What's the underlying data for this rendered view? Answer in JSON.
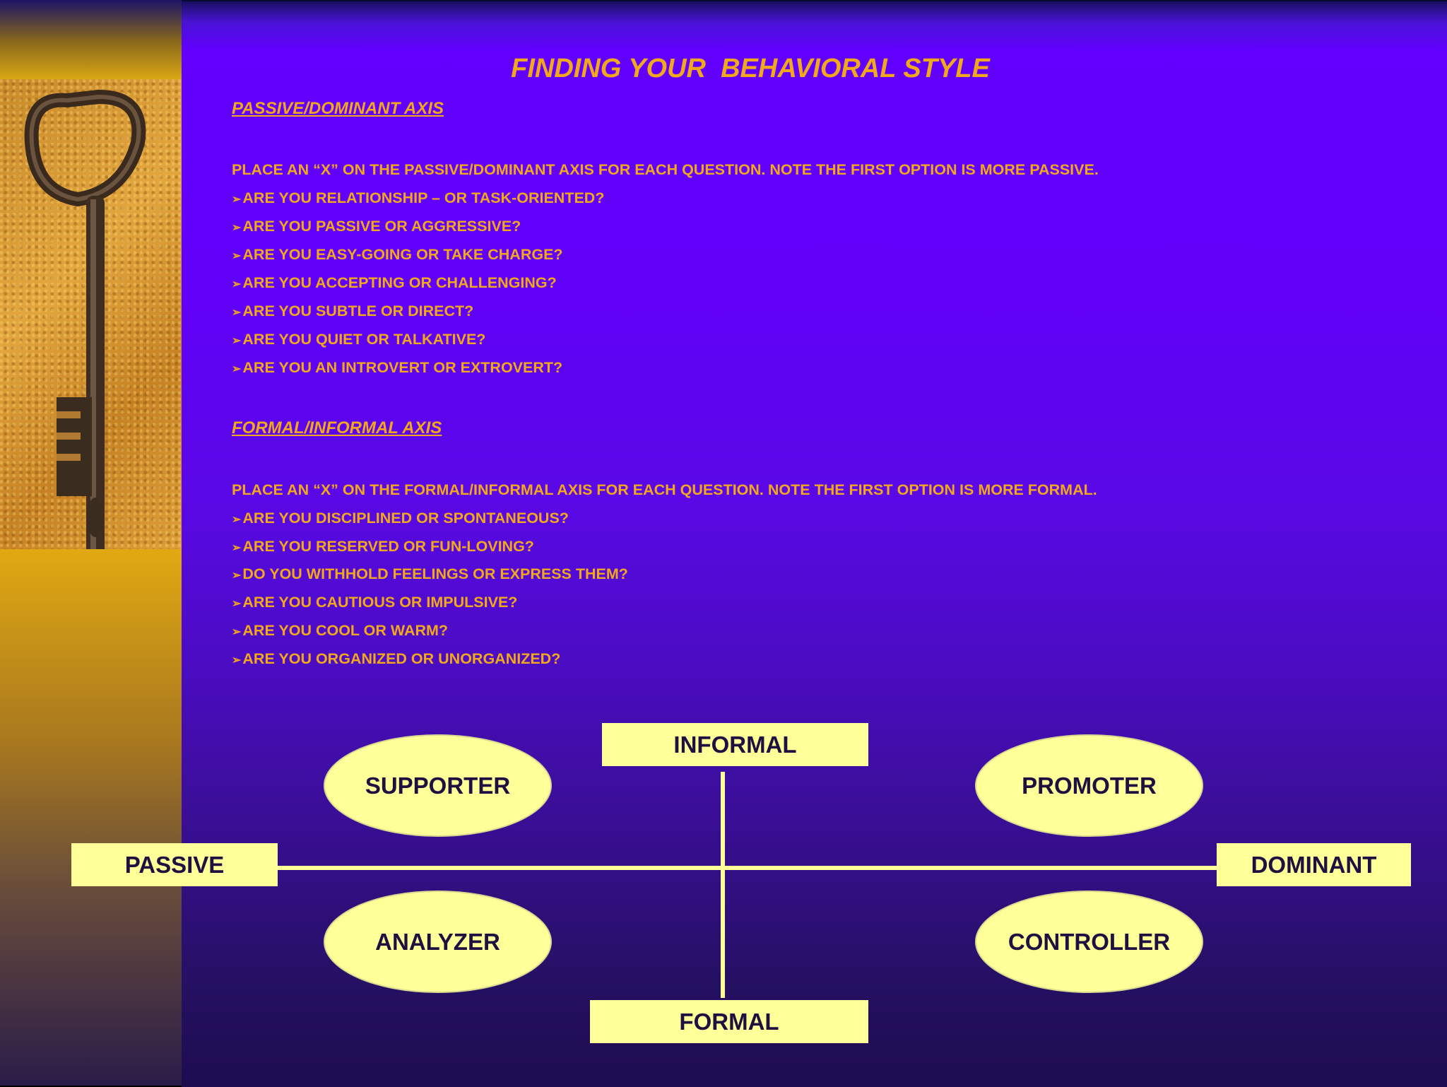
{
  "title": "FINDING YOUR  BEHAVIORAL STYLE",
  "section1": {
    "heading": "PASSIVE/DOMINANT AXIS",
    "instruction": "PLACE AN “X” ON THE PASSIVE/DOMINANT AXIS FOR EACH QUESTION.  NOTE THE FIRST OPTION IS MORE PASSIVE.",
    "questions": [
      "ARE YOU RELATIONSHIP – OR TASK-ORIENTED?",
      "ARE YOU PASSIVE OR AGGRESSIVE?",
      "ARE YOU EASY-GOING OR TAKE CHARGE?",
      "ARE YOU ACCEPTING OR CHALLENGING?",
      "ARE YOU SUBTLE OR DIRECT?",
      "ARE YOU QUIET OR TALKATIVE?",
      "ARE YOU AN INTROVERT OR EXTROVERT?"
    ]
  },
  "section2": {
    "heading": "FORMAL/INFORMAL AXIS",
    "instruction": "PLACE AN “X” ON THE FORMAL/INFORMAL AXIS FOR EACH QUESTION.  NOTE THE FIRST OPTION IS MORE FORMAL.",
    "questions": [
      "ARE YOU DISCIPLINED OR SPONTANEOUS?",
      "ARE YOU RESERVED OR FUN-LOVING?",
      "DO YOU WITHHOLD FEELINGS OR EXPRESS THEM?",
      "ARE YOU CAUTIOUS OR IMPULSIVE?",
      "ARE YOU COOL OR WARM?",
      "ARE YOU ORGANIZED OR UNORGANIZED?"
    ]
  },
  "diagram": {
    "informal": "INFORMAL",
    "formal": "FORMAL",
    "passive": "PASSIVE",
    "dominant": "DOMINANT",
    "supporter": "SUPPORTER",
    "promoter": "PROMOTER",
    "analyzer": "ANALYZER",
    "controller": "CONTROLLER"
  },
  "colors": {
    "text_accent": "#f2a81c",
    "box_fill": "#ffff99",
    "background": "#6000f8"
  },
  "icons": {
    "sidebar_image": "old-key-image"
  }
}
